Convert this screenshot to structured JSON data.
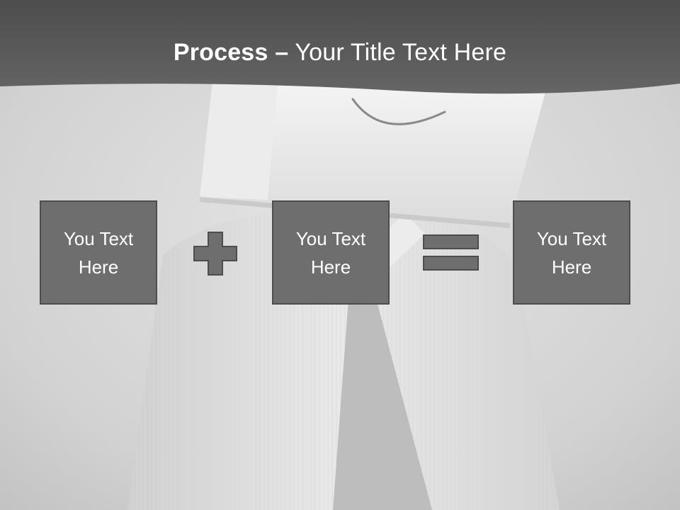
{
  "title": {
    "bold": "Process",
    "dash": "–",
    "rest": "Your Title Text Here"
  },
  "steps": [
    {
      "text": "You Text Here"
    },
    {
      "text": "You Text Here"
    },
    {
      "text": "You Text Here"
    }
  ],
  "operators": [
    "plus-icon",
    "equals-icon"
  ],
  "colors": {
    "title_band": "#5a5a5a",
    "box_fill": "#6e6e6e",
    "box_border": "#4d4d4d",
    "operator_fill": "#6e6e6e",
    "text": "#ffffff"
  }
}
